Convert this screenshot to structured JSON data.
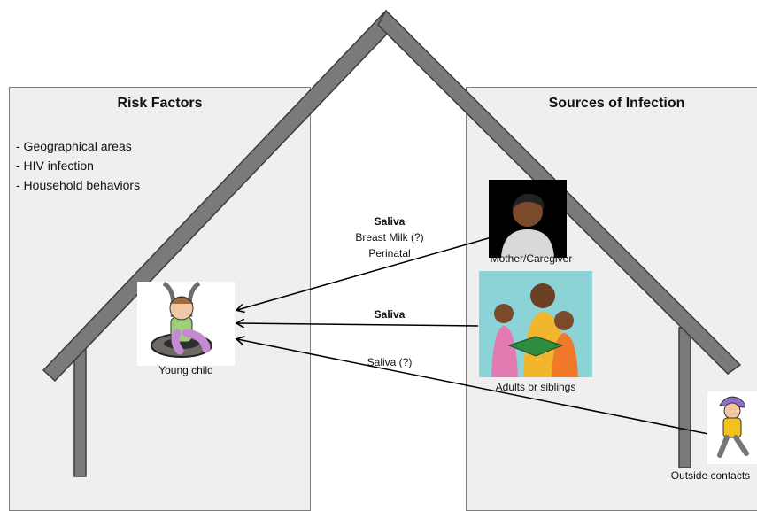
{
  "panels": {
    "risk_factors": {
      "title": "Risk Factors",
      "items": [
        "- Geographical areas",
        "- HIV infection",
        "- Household behaviors"
      ]
    },
    "sources": {
      "title": "Sources of Infection"
    }
  },
  "nodes": {
    "child": "Young child",
    "mother": "Mother/Caregiver",
    "adults": "Adults or siblings",
    "outside": "Outside contacts"
  },
  "arrows": {
    "mother": {
      "bold": "Saliva",
      "line2": "Breast Milk (?)",
      "line3": "Perinatal"
    },
    "adults": {
      "bold": "Saliva"
    },
    "outside": {
      "text": "Saliva (?)"
    }
  },
  "colors": {
    "roof": "#7a7a7a",
    "roof_edge": "#3c3c3c",
    "panel_fill": "#efefef",
    "panel_border": "#7d7d7d"
  }
}
